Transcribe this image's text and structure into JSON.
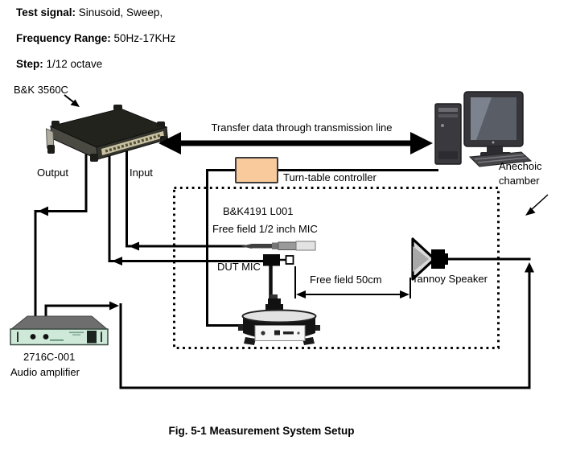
{
  "params": {
    "test_signal": {
      "label": "Test signal:",
      "value": " Sinusoid, Sweep,"
    },
    "frequency_range": {
      "label": "Frequency Range:",
      "value": " 50Hz-17KHz"
    },
    "step": {
      "label": "Step:",
      "value": " 1/12 octave"
    }
  },
  "diagram": {
    "analyzer": {
      "label": "B&K 3560C",
      "output": "Output",
      "input": "Input"
    },
    "transfer_arrow": {
      "label": "Transfer data through transmission line"
    },
    "turntable_controller": {
      "label": "Turn-table controller"
    },
    "anechoic_chamber": {
      "line1": "Anechoic",
      "line2": "chamber"
    },
    "reference_mic": {
      "line1": "B&K4191 L001",
      "line2": "Free field 1/2 inch MIC"
    },
    "dut_mic": {
      "label": "DUT MIC"
    },
    "free_field": {
      "label": "Free field 50cm"
    },
    "speaker": {
      "label": "Tannoy Speaker"
    },
    "amplifier": {
      "model": "2716C-001",
      "name": "Audio amplifier"
    }
  },
  "caption": "Fig. 5-1 Measurement System Setup",
  "colors": {
    "controller_box": "#F9CB9C",
    "amplifier_panel": "#CEE9D8",
    "wire": "#000000",
    "background": "#FFFFFF"
  }
}
